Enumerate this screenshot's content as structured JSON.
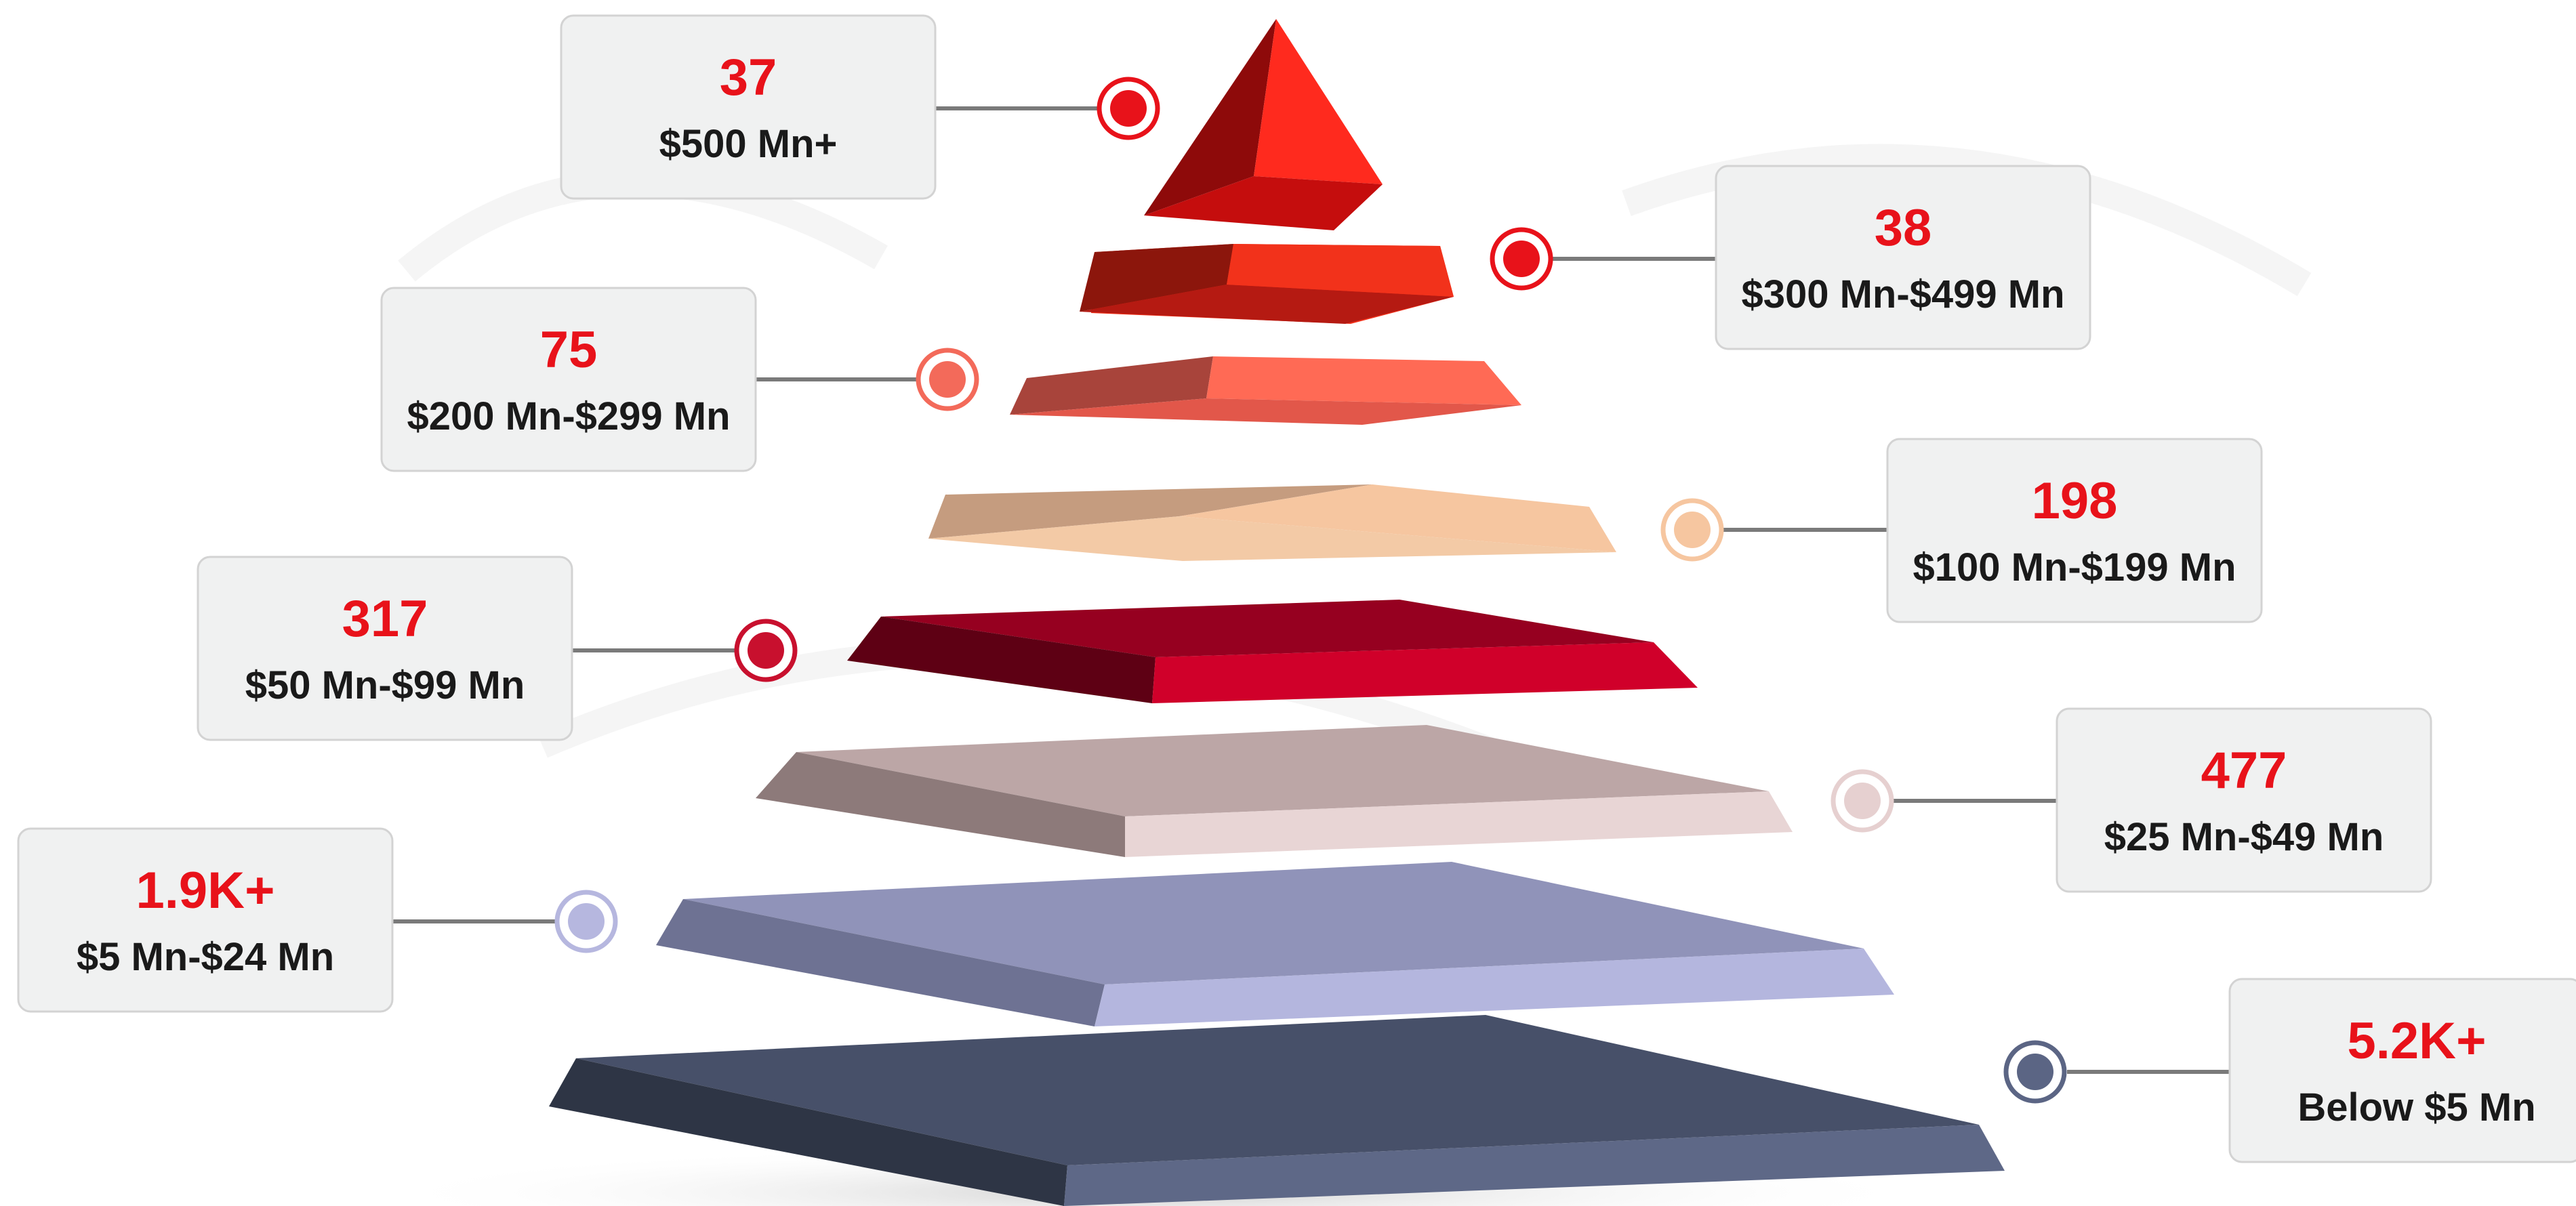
{
  "diagram": {
    "type": "layered-pyramid",
    "accent_count_color": "#e8121a",
    "tiers": [
      {
        "count": "37",
        "range": "$500 Mn+",
        "colors": {
          "top": "#ff2a1e",
          "left": "#8e0a0a",
          "front": "#c50d0d"
        }
      },
      {
        "count": "38",
        "range": "$300 Mn-$499 Mn",
        "colors": {
          "top": "#f2321b",
          "left": "#8c160c",
          "front": "#b51a12"
        }
      },
      {
        "count": "75",
        "range": "$200 Mn-$299 Mn",
        "colors": {
          "top": "#ff6a55",
          "left": "#a8443b",
          "front": "#e2574a"
        }
      },
      {
        "count": "198",
        "range": "$100 Mn-$199 Mn",
        "colors": {
          "top": "#f6c6a0",
          "left": "#c59c7f",
          "front": "#f3caa6"
        }
      },
      {
        "count": "317",
        "range": "$50 Mn-$99 Mn",
        "colors": {
          "top": "#960020",
          "left": "#5e0014",
          "front": "#d0002a"
        }
      },
      {
        "count": "477",
        "range": "$25 Mn-$49 Mn",
        "colors": {
          "top": "#bca6a6",
          "left": "#8d7a7a",
          "front": "#e8d5d5"
        }
      },
      {
        "count": "1.9K+",
        "range": "$5 Mn-$24 Mn",
        "colors": {
          "top": "#9093b9",
          "left": "#6e7293",
          "front": "#b4b6de"
        }
      },
      {
        "count": "5.2K+",
        "range": "Below $5 Mn",
        "colors": {
          "top": "#475069",
          "left": "#2e3545",
          "front": "#5e6887"
        }
      }
    ],
    "connector_dot_colors": [
      "#e8121a",
      "#e8121a",
      "#f36a5a",
      "#f6c6a0",
      "#c8102e",
      "#e6d0d0",
      "#b6b7df",
      "#5b6584"
    ]
  }
}
